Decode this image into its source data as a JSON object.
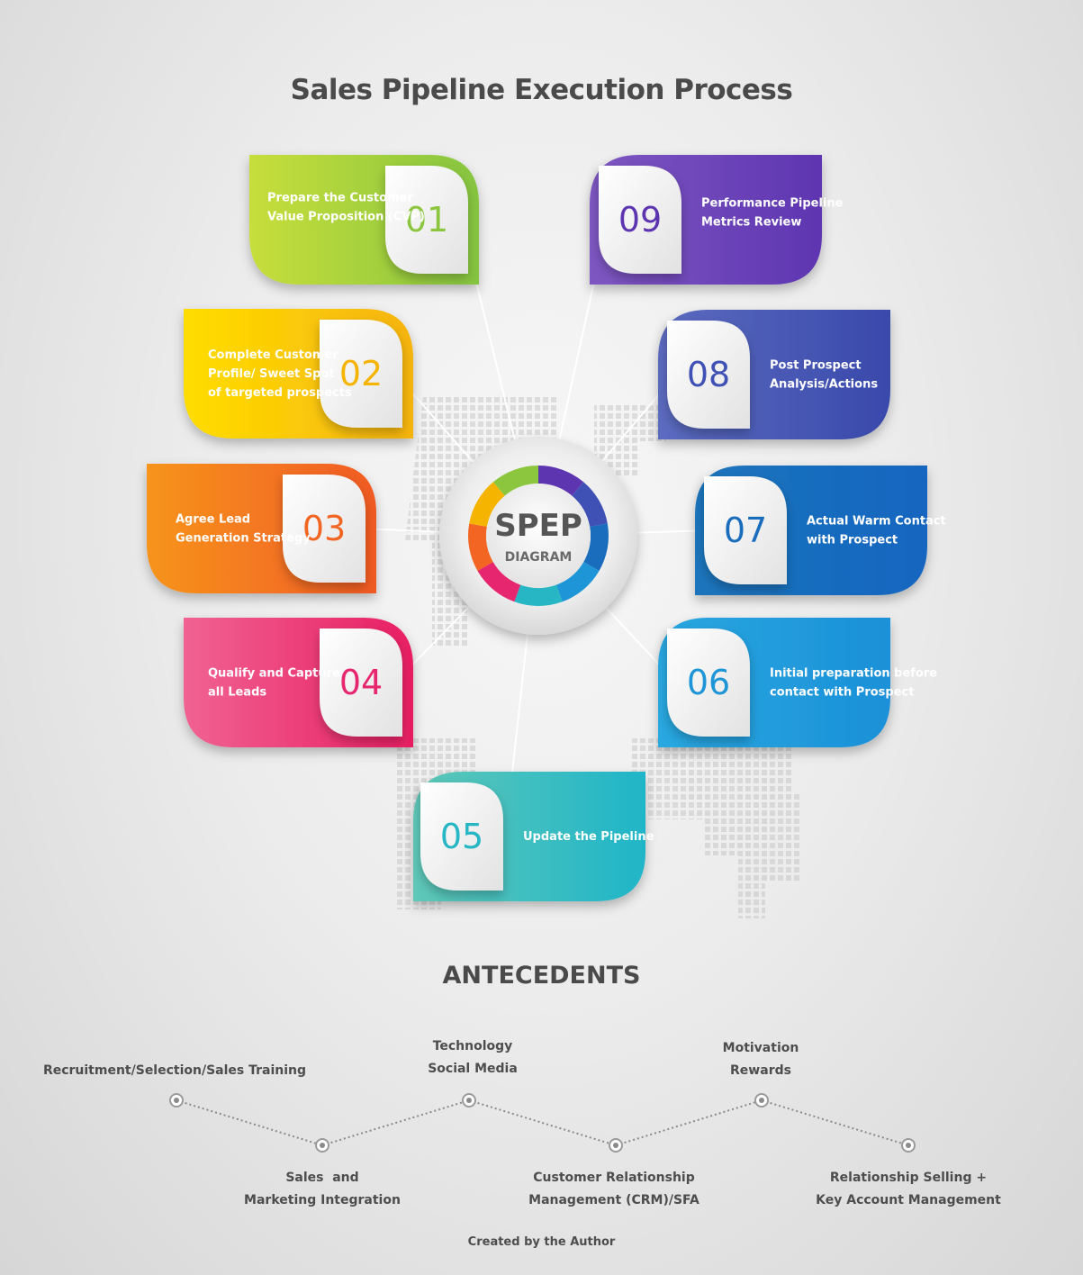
{
  "title": "Sales Pipeline Execution Process",
  "center": {
    "main": "SPEP",
    "sub": "DIAGRAM"
  },
  "steps": [
    {
      "number": "01",
      "lines": [
        "Prepare the Customer",
        "Value Proposition (CVP)"
      ],
      "color_from": "#c7de3a",
      "color_to": "#86c540",
      "num_color": "#8cc63f"
    },
    {
      "number": "02",
      "lines": [
        "Complete Customer",
        "Profile/ Sweet Spot",
        "of targeted prospects"
      ],
      "color_from": "#ffdd00",
      "color_to": "#f6b40f",
      "num_color": "#f4b400"
    },
    {
      "number": "03",
      "lines": [
        "Agree Lead",
        "Generation Strategy"
      ],
      "color_from": "#f7941d",
      "color_to": "#f15a24",
      "num_color": "#f26522"
    },
    {
      "number": "04",
      "lines": [
        "Qualify and Capture",
        "all Leads"
      ],
      "color_from": "#f06292",
      "color_to": "#e91e63",
      "num_color": "#e6266e"
    },
    {
      "number": "05",
      "lines": [
        "Update the Pipeline"
      ],
      "color_from": "#5fc8b8",
      "color_to": "#1fb5c8",
      "num_color": "#26b6c4"
    },
    {
      "number": "06",
      "lines": [
        "Initial preparation before",
        "contact with Prospect"
      ],
      "color_from": "#29a8e0",
      "color_to": "#1b90d8",
      "num_color": "#1e95d6"
    },
    {
      "number": "07",
      "lines": [
        "Actual Warm Contact",
        "with Prospect"
      ],
      "color_from": "#1c75bc",
      "color_to": "#1565c0",
      "num_color": "#1a6cbc"
    },
    {
      "number": "08",
      "lines": [
        "Post Prospect",
        "Analysis/Actions"
      ],
      "color_from": "#5c6bc0",
      "color_to": "#3949ab",
      "num_color": "#3f51b5"
    },
    {
      "number": "09",
      "lines": [
        "Performance Pipeline",
        "Metrics Review"
      ],
      "color_from": "#7e57c2",
      "color_to": "#5e35b1",
      "num_color": "#5e35b1"
    }
  ],
  "antecedents": {
    "heading": "ANTECEDENTS",
    "items": [
      {
        "lines": [
          "Recruitment/Selection/Sales Training"
        ]
      },
      {
        "lines": [
          "Sales  and",
          "Marketing Integration"
        ]
      },
      {
        "lines": [
          "Technology",
          "Social Media"
        ]
      },
      {
        "lines": [
          "Customer Relationship",
          "Management (CRM)/SFA"
        ]
      },
      {
        "lines": [
          "Motivation",
          "Rewards"
        ]
      },
      {
        "lines": [
          "Relationship Selling +",
          "Key Account Management"
        ]
      }
    ]
  },
  "credit": "Created by the Author"
}
